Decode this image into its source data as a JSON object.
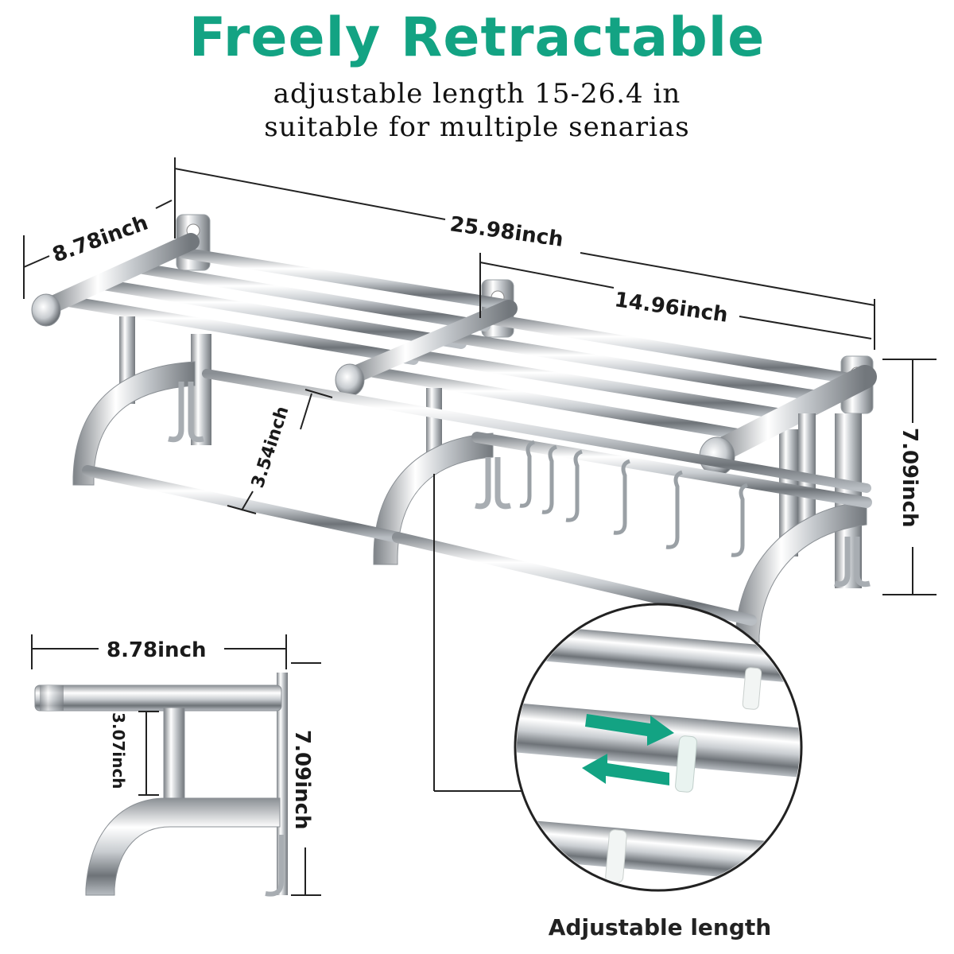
{
  "header": {
    "title": "Freely Retractable",
    "subtitle_line1": "adjustable length 15-26.4 in",
    "subtitle_line2": "suitable for multiple senarias"
  },
  "dimensions": {
    "depth_top": "8.78inch",
    "total_width": "25.98inch",
    "inner_width": "14.96inch",
    "shelf_gap": "3.54inch",
    "height_right": "7.09inch",
    "side_depth": "8.78inch",
    "side_gap": "3.07inch",
    "side_height": "7.09inch"
  },
  "detail": {
    "caption": "Adjustable length",
    "arrow_color": "#13a383"
  },
  "colors": {
    "accent": "#13a383",
    "chrome_light": "#f4f5f6",
    "chrome_dark": "#6e7378"
  }
}
